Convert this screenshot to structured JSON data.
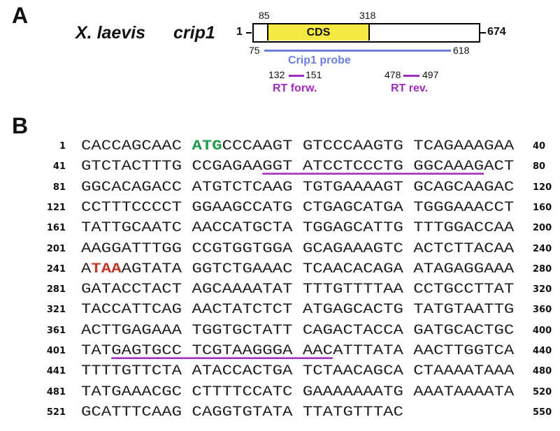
{
  "panel_a": {
    "label": "A",
    "species": "X. laevis",
    "gene": "crip1",
    "start": "1",
    "end": "674",
    "cds_label": "CDS",
    "cds_start": "85",
    "cds_end": "318",
    "probe_start": "75",
    "probe_end": "618",
    "probe_label": "Crip1 probe",
    "rt_forward": {
      "start": "132",
      "end": "151",
      "label": "RT forw."
    },
    "rt_reverse": {
      "start": "478",
      "end": "497",
      "label": "RT rev."
    },
    "colors": {
      "cds": "#f4e844",
      "probe": "#6b7ee0",
      "rt": "#a22bbf"
    }
  },
  "panel_b": {
    "label": "B",
    "rows": [
      {
        "left": "1",
        "right": "40",
        "segments": [
          {
            "t": "CACCAGCAAC "
          },
          {
            "t": "ATG",
            "s": "green"
          },
          {
            "t": "CCCAAGT GTCCCAAGTG TCAGAAAGAA"
          }
        ]
      },
      {
        "left": "41",
        "right": "80",
        "segments": [
          {
            "t": "GTCTACTTTG CCGAGAA"
          },
          {
            "t": "GGT ATCCTCCCTG GGCAAAG",
            "s": "u"
          },
          {
            "t": "ACT"
          }
        ]
      },
      {
        "left": "81",
        "right": "120",
        "segments": [
          {
            "t": "GGCACAGACC ATGTCTCAAG TGTGAAAAGT GCAGCAAGAC"
          }
        ]
      },
      {
        "left": "121",
        "right": "160",
        "segments": [
          {
            "t": "CCTTTCCCCT GGAAGCCATG CTGAGCATGA TGGGAAACCT"
          }
        ]
      },
      {
        "left": "161",
        "right": "200",
        "segments": [
          {
            "t": "TATTGCAATC AACCATGCTA TGGAGCATTG TTTGGACCAA"
          }
        ]
      },
      {
        "left": "201",
        "right": "240",
        "segments": [
          {
            "t": "AAGGATTTGG CCGTGGTGGA GCAGAAAGTC ACTCTTACAA"
          }
        ]
      },
      {
        "left": "241",
        "right": "280",
        "segments": [
          {
            "t": "A"
          },
          {
            "t": "TAA",
            "s": "red"
          },
          {
            "t": "AGTATA GGTCTGAAAC TCAACACAGA ATAGAGGAAA"
          }
        ]
      },
      {
        "left": "281",
        "right": "320",
        "segments": [
          {
            "t": "GATACCTACT AGCAAAATAT TTTGTTTTAA CCTGCCTTAT"
          }
        ]
      },
      {
        "left": "321",
        "right": "360",
        "segments": [
          {
            "t": "TACCATTCAG AACTATCTCT ATGAGCACTG TATGTAATTG"
          }
        ]
      },
      {
        "left": "361",
        "right": "400",
        "segments": [
          {
            "t": "ACTTGAGAAA TGGTGCTATT CAGACTACCA GATGCACTGC"
          }
        ]
      },
      {
        "left": "401",
        "right": "440",
        "segments": [
          {
            "t": "TAT"
          },
          {
            "t": "GAGTGCC TCGTAAGGGA AAC",
            "s": "u"
          },
          {
            "t": "ATTTATA AACTTGGTCA"
          }
        ]
      },
      {
        "left": "441",
        "right": "480",
        "segments": [
          {
            "t": "TTTTGTTCTA ATACCACTGA TCTAACAGCA CTAAAATAAA"
          }
        ]
      },
      {
        "left": "481",
        "right": "520",
        "segments": [
          {
            "t": "TATGAAACGC CTTTTCCATC GAAAAAAATG AAATAAAATA"
          }
        ]
      },
      {
        "left": "521",
        "right": "550",
        "segments": [
          {
            "t": "GCATTTCAAG CAGGTGTATA TTATGTTTAC"
          }
        ]
      }
    ]
  }
}
